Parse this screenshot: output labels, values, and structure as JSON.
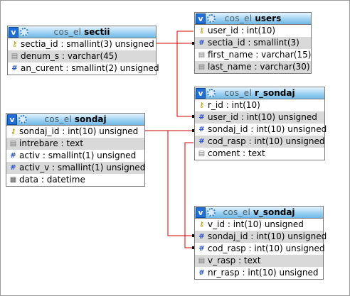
{
  "db_name": "cos_el",
  "tables": {
    "sectii": {
      "name": "sectii",
      "columns": [
        {
          "text": "sectia_id : smallint(3) unsigned",
          "icon": "key-icon"
        },
        {
          "text": "denum_s : varchar(45)",
          "icon": "text-field-icon"
        },
        {
          "text": "an_curent : smallint(2) unsigned",
          "icon": "numeric-field-icon"
        }
      ]
    },
    "users": {
      "name": "users",
      "columns": [
        {
          "text": "user_id : int(10)",
          "icon": "key-icon"
        },
        {
          "text": "sectia_id : smallint(3)",
          "icon": "numeric-field-icon"
        },
        {
          "text": "first_name : varchar(15)",
          "icon": "text-field-icon"
        },
        {
          "text": "last_name : varchar(30)",
          "icon": "text-field-icon"
        }
      ]
    },
    "r_sondaj": {
      "name": "r_sondaj",
      "columns": [
        {
          "text": "r_id : int(10)",
          "icon": "key-icon"
        },
        {
          "text": "user_id : int(10) unsigned",
          "icon": "numeric-field-icon"
        },
        {
          "text": "sondaj_id : int(10) unsigned",
          "icon": "numeric-field-icon"
        },
        {
          "text": "cod_rasp : int(10) unsigned",
          "icon": "numeric-field-icon"
        },
        {
          "text": "coment : text",
          "icon": "text-field-icon"
        }
      ]
    },
    "sondaj": {
      "name": "sondaj",
      "columns": [
        {
          "text": "sondaj_id : int(10) unsigned",
          "icon": "key-icon"
        },
        {
          "text": "intrebare : text",
          "icon": "text-field-icon"
        },
        {
          "text": "activ : smallint(1) unsigned",
          "icon": "numeric-field-icon"
        },
        {
          "text": "activ_v : smallint(1) unsigned",
          "icon": "numeric-field-icon"
        },
        {
          "text": "data : datetime",
          "icon": "date-field-icon"
        }
      ]
    },
    "v_sondaj": {
      "name": "v_sondaj",
      "columns": [
        {
          "text": "v_id : int(10) unsigned",
          "icon": "key-icon"
        },
        {
          "text": "sondaj_id : int(10) unsigned",
          "icon": "numeric-field-icon"
        },
        {
          "text": "cod_rasp : int(10) unsigned",
          "icon": "numeric-field-icon"
        },
        {
          "text": "v_rasp : text",
          "icon": "text-field-icon"
        },
        {
          "text": "nr_rasp : int(10) unsigned",
          "icon": "numeric-field-icon"
        }
      ]
    }
  },
  "relations": [
    {
      "from": "sectii.sectia_id",
      "to": "users.sectia_id"
    },
    {
      "from": "users.user_id",
      "to": "r_sondaj.user_id"
    },
    {
      "from": "sondaj.sondaj_id",
      "to": "r_sondaj.sondaj_id"
    },
    {
      "from": "sondaj.sondaj_id",
      "to": "v_sondaj.sondaj_id"
    },
    {
      "from": "r_sondaj.cod_rasp",
      "to": "v_sondaj.cod_rasp"
    }
  ],
  "colors": {
    "relation_line": "#d00000",
    "header_blue": "#6fb8e6",
    "alt_row": "#d9d9d9"
  }
}
